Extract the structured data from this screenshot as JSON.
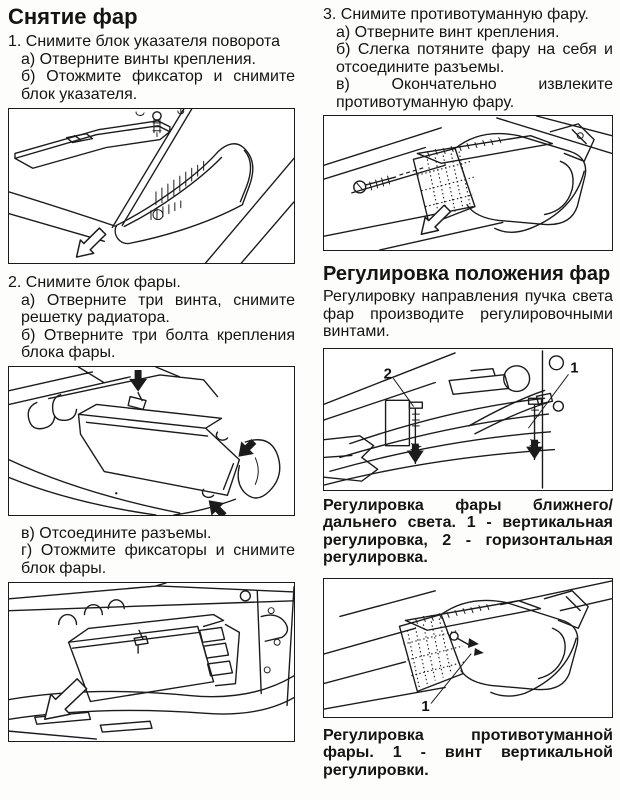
{
  "accent_ink": "#1b1b1b",
  "removal": {
    "title": "Снятие фар",
    "step1": {
      "num": "1. Снимите блок указателя поворота",
      "items": [
        "а) Отверните винты крепления.",
        "б) Отожмите фиксатор и снимите блок указателя."
      ]
    },
    "step2": {
      "num": "2. Снимите блок фары.",
      "items": [
        "а) Отверните три винта, снимите решетку радиатора.",
        "б) Отверните три болта крепления блока фары."
      ],
      "items2": [
        "в) Отсоедините разъемы.",
        "г) Отожмите фиксаторы и снимите блок фары."
      ]
    },
    "step3": {
      "num": "3. Снимите противотуманную фару.",
      "items": [
        "а) Отверните винт крепления.",
        "б) Слегка потяните фару на себя и отсоедините разъемы.",
        "в) Окончательно извлеките противотуманную фару."
      ]
    }
  },
  "adjustment": {
    "title": "Регулировка положения фар",
    "intro": "Регулировку направления пучка света фар производите регулировочными винтами.",
    "caption_headlight": "Регулировка фары ближнего/дальнего света. 1 - вертикальная регулировка, 2 - горизонтальная регулировка.",
    "caption_fog": "Регулировка противотуманной фары. 1 - винт вертикальной регулировки."
  },
  "figure_labels": {
    "headlight_adjust_vertical": "1",
    "headlight_adjust_horizontal": "2",
    "fog_adjust_vertical": "1"
  }
}
